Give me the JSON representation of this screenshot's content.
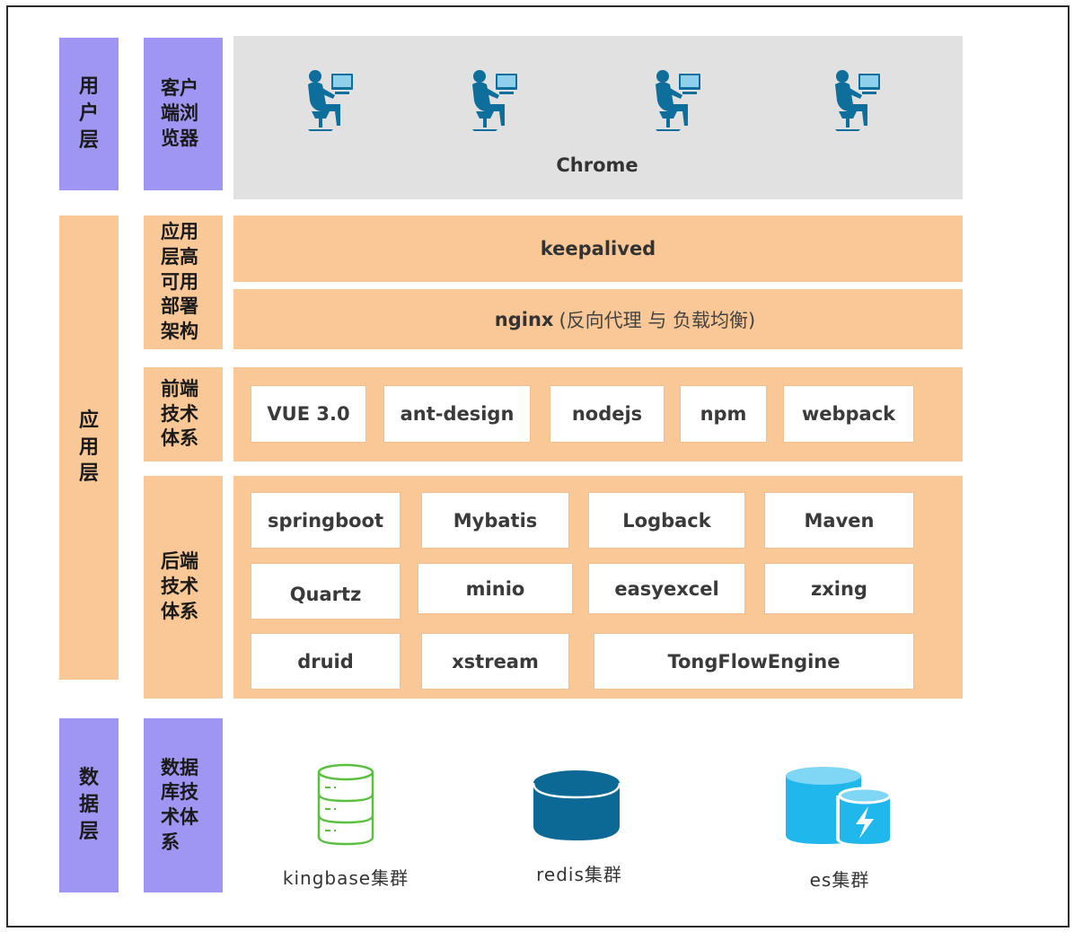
{
  "layers": {
    "user": {
      "label": "用户层",
      "sub_label": "客户端浏览器",
      "icons": [
        "user-at-computer-icon",
        "user-at-computer-icon",
        "user-at-computer-icon",
        "user-at-computer-icon"
      ],
      "browser": "Chrome"
    },
    "app": {
      "label": "应用层",
      "ha": {
        "sub_label": "应用层高可用部署架构",
        "bar1": "keepalived",
        "bar2_main": "nginx",
        "bar2_note": "(反向代理 与 负载均衡)"
      },
      "frontend": {
        "sub_label": "前端技术体系",
        "items": [
          "VUE 3.0",
          "ant-design",
          "nodejs",
          "npm",
          "webpack"
        ]
      },
      "backend": {
        "sub_label": "后端技术体系",
        "items": [
          "springboot",
          "Mybatis",
          "Logback",
          "Maven",
          "Quartz",
          "minio",
          "easyexcel",
          "zxing",
          "druid",
          "xstream",
          "TongFlowEngine"
        ]
      }
    },
    "data": {
      "label": "数据层",
      "sub_label": "数据库技术体系",
      "databases": [
        {
          "name": "kingbase集群",
          "icon": "database-icon"
        },
        {
          "name": "redis集群",
          "icon": "redis-cylinder-icon"
        },
        {
          "name": "es集群",
          "icon": "elasticsearch-icon"
        }
      ]
    }
  },
  "colors": {
    "purple": "#9f95f2",
    "orange": "#fac896",
    "grey": "#e1e1e1",
    "user_icon": "#0e6f9c",
    "kingbase": "#5bbf3f",
    "redis": "#0c6894",
    "es": "#20b7ec"
  }
}
